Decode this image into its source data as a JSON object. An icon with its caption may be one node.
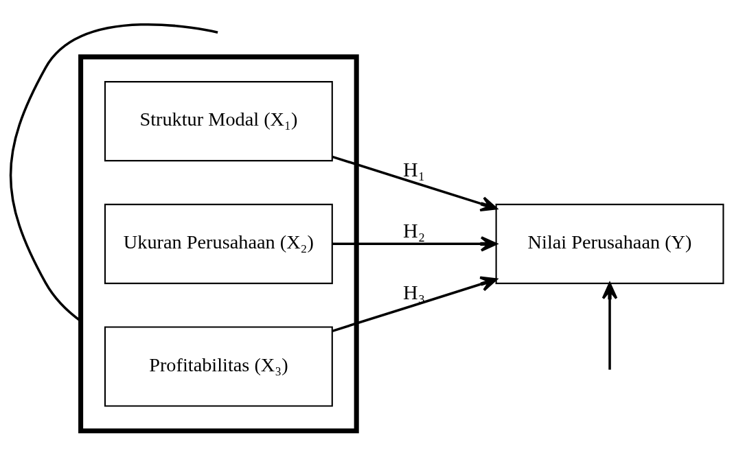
{
  "diagram": {
    "nodes": [
      {
        "text": [],
        "shape": "box"
      },
      {
        "text": [
          "Struktur Modal (X₁)"
        ],
        "in": 0
      },
      {
        "text": [
          "Ukuran Perusahaan (X₂)"
        ],
        "in": 0
      },
      {
        "text": [
          "Profitabilitas (X₃)"
        ],
        "in": 0
      },
      {
        "text": [
          "Nilai Perusahaan (Y)"
        ]
      }
    ],
    "edges": [
      {
        "from": 1,
        "to": 4,
        "arrow": "to",
        "label": "H₁"
      },
      {
        "from": 2,
        "to": 4,
        "arrow": "to",
        "label": "H₂"
      },
      {
        "from": 3,
        "to": 4,
        "arrow": "to",
        "label": "H₃"
      },
      {
        "from": 0,
        "to": null,
        "arrow": "none"
      },
      {
        "from": null,
        "to": 4,
        "arrow": "to"
      }
    ]
  }
}
